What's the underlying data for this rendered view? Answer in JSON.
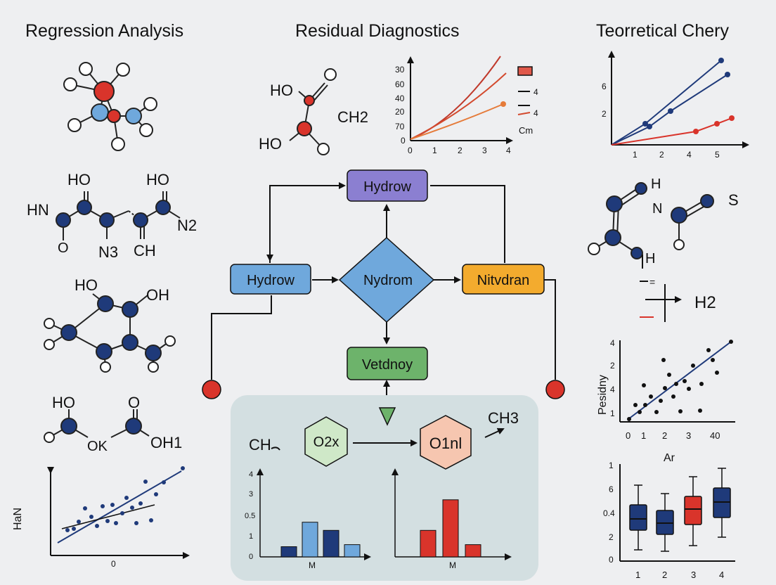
{
  "headings": {
    "left": "Regression Analysis",
    "middle": "Residual Diagnostics",
    "right": "Teorretical Chery"
  },
  "left_column": {
    "molecule_2": {
      "labels": [
        "HO",
        "HO",
        "HN",
        "N2",
        "N3",
        "CH",
        "O"
      ]
    },
    "molecule_3": {
      "labels": [
        "HO",
        "OH"
      ]
    },
    "molecule_4": {
      "labels": [
        "HO",
        "O",
        "OK",
        "OH1"
      ]
    },
    "scatter": {
      "ylabel": "HaN",
      "xtick": "0"
    }
  },
  "middle_column": {
    "molecule_top": {
      "labels": [
        "HO",
        "HO",
        "CH2"
      ]
    },
    "growth_chart": {
      "y_ticks": [
        "30",
        "60",
        "40",
        "20",
        "70",
        "0"
      ],
      "x_ticks": [
        "0",
        "1",
        "2",
        "3",
        "4"
      ],
      "legend": [
        "4",
        "4"
      ],
      "legend_caption": "Cm",
      "colors": [
        "#c0392b",
        "#d34a2e",
        "#e57b3a"
      ]
    },
    "flow": {
      "top_node": "Hydrow",
      "left_node": "Hydrow",
      "diamond": "Nydrom",
      "right_node": "Nitvdran",
      "bottom_node": "Vetdnoy",
      "colors": {
        "purple": "#8b7fd1",
        "blue": "#6fa8dc",
        "orange": "#f3ab2e",
        "green": "#6db36b",
        "red": "#d9342b"
      }
    },
    "panel": {
      "left_formula": "CH",
      "hex_left": "O2x",
      "hex_right": "O1nl",
      "right_formula": "CH3",
      "chart_left": {
        "y_ticks": [
          "4",
          "3",
          "0.5",
          "1",
          "0"
        ],
        "xlabel": "M",
        "values": [
          0.5,
          1.7,
          1.3,
          0.6
        ]
      },
      "chart_right": {
        "xlabel": "M",
        "values": [
          1.3,
          2.8,
          0.6
        ]
      }
    }
  },
  "right_column": {
    "line_chart": {
      "y_ticks": [
        "6",
        "2"
      ],
      "x_ticks": [
        "1",
        "2",
        "4",
        "5"
      ],
      "series": [
        {
          "color": "#1f3a7a",
          "points": [
            [
              0,
              0
            ],
            [
              1.6,
              3.0
            ],
            [
              5.2,
              12.0
            ]
          ]
        },
        {
          "color": "#1f3a7a",
          "points": [
            [
              0,
              0
            ],
            [
              1.8,
              2.6
            ],
            [
              2.8,
              4.8
            ],
            [
              5.5,
              10.0
            ]
          ]
        },
        {
          "color": "#d9342b",
          "points": [
            [
              0,
              0
            ],
            [
              4,
              1.9
            ],
            [
              5,
              3.0
            ],
            [
              5.7,
              3.8
            ]
          ]
        }
      ]
    },
    "molecule_h": {
      "labels": [
        "H",
        "N",
        "H",
        "S"
      ]
    },
    "equation": {
      "left": "=",
      "right": "H2"
    },
    "scatter": {
      "ylabel": "Pesidny",
      "y_ticks": [
        "4",
        "2",
        "4",
        "1"
      ],
      "x_ticks": [
        "0",
        "1",
        "2",
        "3",
        "40"
      ]
    },
    "boxplot": {
      "title": "Ar",
      "y_ticks": [
        "1",
        "6",
        "0.4",
        "2",
        "0"
      ],
      "x_ticks": [
        "1",
        "2",
        "3",
        "4"
      ],
      "colors": [
        "#1f3a7a",
        "#1f3a7a",
        "#d9342b",
        "#1f3a7a"
      ]
    }
  }
}
